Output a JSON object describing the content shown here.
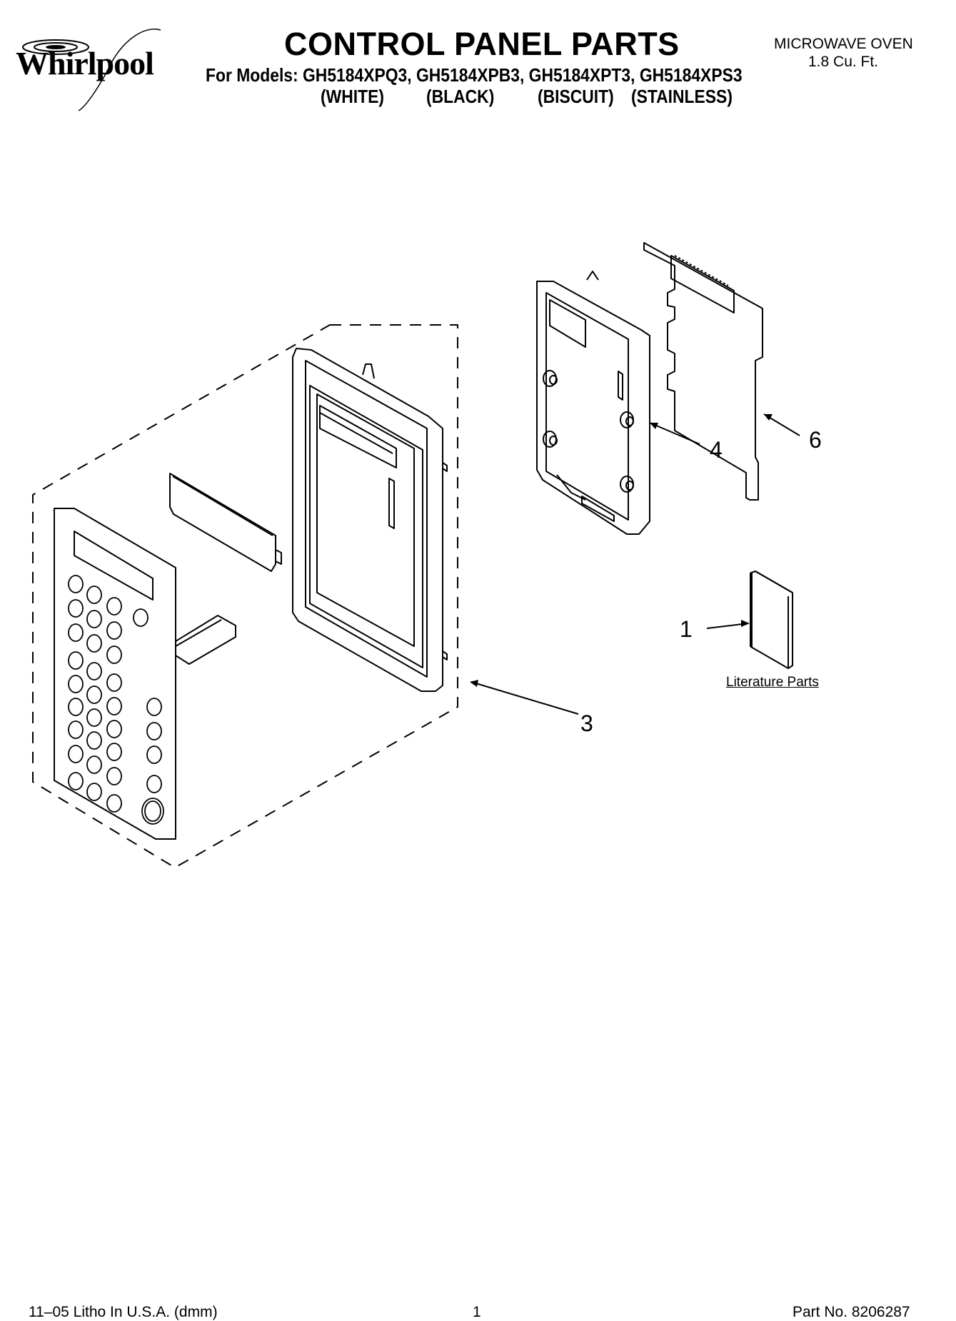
{
  "brand": "Whirlpool",
  "title": "CONTROL PANEL PARTS",
  "models_line": "For Models: GH5184XPQ3, GH5184XPB3, GH5184XPT3, GH5184XPS3",
  "colors": [
    "(WHITE)",
    "(BLACK)",
    "(BISCUIT)",
    "(STAINLESS)"
  ],
  "product": {
    "type": "MICROWAVE OVEN",
    "capacity": "1.8 Cu. Ft."
  },
  "callouts": {
    "c1": "1",
    "c3": "3",
    "c4": "4",
    "c6": "6"
  },
  "literature_label": "Literature Parts",
  "footer": {
    "litho": "11–05 Litho In U.S.A. (dmm)",
    "page": "1",
    "part_no": "Part No. 8206287"
  }
}
